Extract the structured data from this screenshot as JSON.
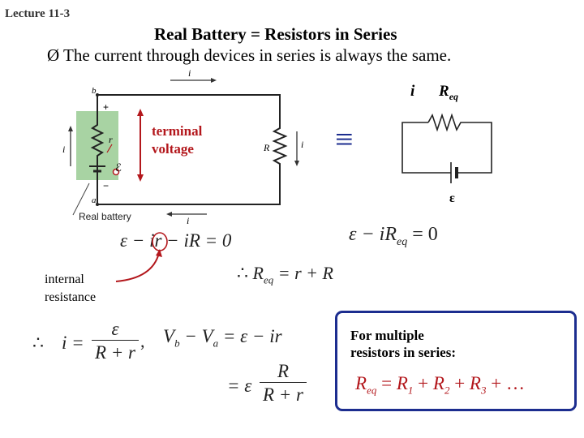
{
  "header": {
    "lecture": "Lecture 11-3",
    "title": "Real Battery = Resistors in Series",
    "bullet_marker": "Ø",
    "bullet": "The current through devices in series is always the same."
  },
  "circuit_left": {
    "top_current": "i",
    "bottom_current": "i",
    "node_b": "b",
    "node_a": "a",
    "plus": "+",
    "minus": "−",
    "left_current": "i",
    "internal_r": "r",
    "emf": "ℰ",
    "load_R": "R",
    "load_current": "i",
    "real_battery_label": "Real battery"
  },
  "annotations": {
    "terminal_voltage_line1": "terminal",
    "terminal_voltage_line2": "voltage",
    "internal_resistance_line1": "internal",
    "internal_resistance_line2": "resistance"
  },
  "equivalence_symbol": "≡",
  "circuit_right": {
    "current": "i",
    "resistor_main": "R",
    "resistor_sub": "eq",
    "emf": "ε"
  },
  "equations": {
    "kirchhoff_left": "ε − ir − iR = 0",
    "kirchhoff_right": "ε − iR",
    "kirchhoff_right_sub": "eq",
    "kirchhoff_right_tail": "= 0",
    "req_therefore": "∴",
    "req_lhs": "R",
    "req_lhs_sub": "eq",
    "req_rhs": "= r + R",
    "current_therefore": "∴",
    "current_lhs": "i =",
    "current_num": "ε",
    "current_den": "R + r",
    "current_comma": ",",
    "vba_V": "V",
    "vba_b": "b",
    "vba_minus": "− V",
    "vba_a": "a",
    "vba_rhs": "= ε − ir",
    "vba2_lhs": "= ε",
    "vba2_num": "R",
    "vba2_den": "R + r"
  },
  "series_box": {
    "line1": "For multiple",
    "line2": "resistors in series:",
    "formula_lhs": "R",
    "formula_lhs_sub": "eq",
    "eq": "=",
    "r1": "R",
    "r1_sub": "1",
    "plus1": "+",
    "r2": "R",
    "r2_sub": "2",
    "plus2": "+",
    "r3": "R",
    "r3_sub": "3",
    "tail": "+ …"
  },
  "colors": {
    "accent_red": "#b3171c",
    "box_border": "#1c2d8f",
    "battery_fill": "#a8d3a3",
    "equation_text": "#222222"
  }
}
